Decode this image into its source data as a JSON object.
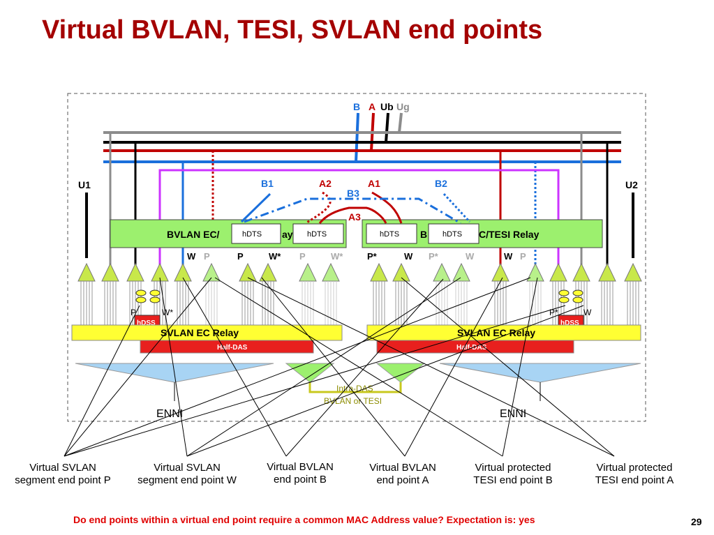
{
  "title": "Virtual BVLAN, TESI, SVLAN end points",
  "trunk_labels": {
    "b": "B",
    "a": "A",
    "ub": "Ub",
    "ug": "Ug"
  },
  "port_labels": {
    "u1": "U1",
    "u2": "U2"
  },
  "path_labels": {
    "b1": "B1",
    "a2": "A2",
    "a1": "A1",
    "b2": "B2",
    "b3": "B3",
    "a3": "A3"
  },
  "relays": {
    "bvlan_left_a": "BVLAN EC/",
    "bvlan_left_b": "ay",
    "bvlan_right_a": "B",
    "bvlan_right_b": "C/TESI Relay",
    "svlan_left": "SVLAN EC Relay",
    "svlan_right": "SVLAN EC Relay",
    "half_das": "Half-DAS",
    "hdts": "hDTS",
    "hdss": "hDSS"
  },
  "bvlan_ports_left": [
    "W",
    "P",
    "P",
    "W*",
    "P",
    "W*"
  ],
  "bvlan_ports_right": [
    "P*",
    "W",
    "P*",
    "W",
    "W",
    "P"
  ],
  "svlan_ports": {
    "left_p": "P",
    "left_w": "W*",
    "right_p": "P*",
    "right_w": "W"
  },
  "intra_das": [
    "Intra-DAS",
    "BVLAN or TESI"
  ],
  "enni": {
    "left": "ENNI",
    "right": "ENNI"
  },
  "callouts": [
    [
      "Virtual  SVLAN",
      "segment end point P"
    ],
    [
      "Virtual  SVLAN",
      "segment end point W"
    ],
    [
      "Virtual  BVLAN",
      "end point B"
    ],
    [
      "Virtual  BVLAN",
      "end point A"
    ],
    [
      "Virtual  protected",
      "TESI end point B"
    ],
    [
      "Virtual  protected",
      "TESI end point A"
    ]
  ],
  "footer_question": "Do end points within a virtual end point require a common MAC Address value? Expectation is: yes",
  "page_number": "29",
  "colors": {
    "title": "#a40000",
    "blue": "#1a6fdc",
    "red": "#c00000",
    "black": "#000000",
    "gray": "#8c8c8c",
    "magenta": "#cc33ff",
    "bvlan_relay": "#9cf06e",
    "svlan_relay": "#ffff33",
    "half_das": "#e8201e",
    "port_triangle": "#c8e84a",
    "enni_triangle": "#a8d4f4",
    "hdss": "#e8201e",
    "question": "#e00000"
  }
}
